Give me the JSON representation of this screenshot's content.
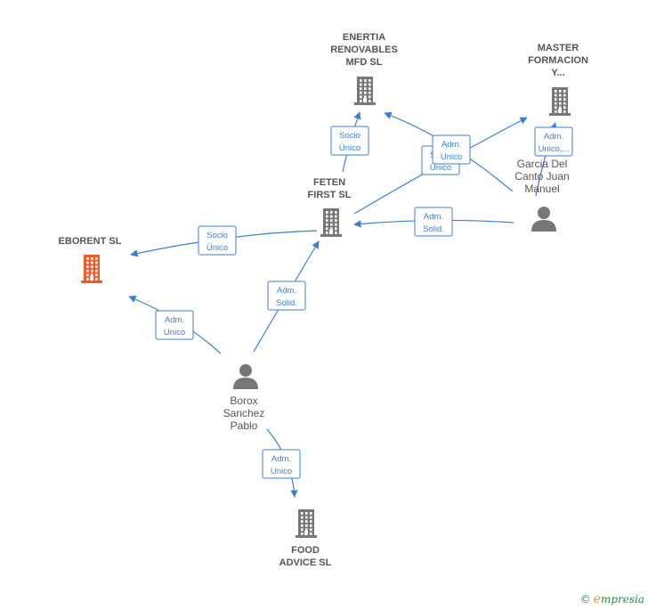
{
  "colors": {
    "edge": "#3a7fd5",
    "building": "#777777",
    "focus": "#ef5a28",
    "person": "#777777"
  },
  "nodes": [
    {
      "id": "eborent",
      "kind": "building",
      "focus": true,
      "label": [
        "EBORENT  SL"
      ]
    },
    {
      "id": "feten",
      "kind": "building",
      "label": [
        "FETEN",
        "FIRST  SL"
      ]
    },
    {
      "id": "enertia",
      "kind": "building",
      "label": [
        "ENERTIA",
        "RENOVABLES",
        "MFD  SL"
      ]
    },
    {
      "id": "master",
      "kind": "building",
      "label": [
        "MASTER",
        "FORMACION",
        "Y..."
      ]
    },
    {
      "id": "garcia",
      "kind": "person",
      "label": [
        "Garcia Del",
        "Canto Juan",
        "Manuel"
      ]
    },
    {
      "id": "borox",
      "kind": "person",
      "label": [
        "Borox",
        "Sanchez",
        "Pablo"
      ]
    },
    {
      "id": "food",
      "kind": "building",
      "label": [
        "FOOD",
        "ADVICE SL"
      ]
    }
  ],
  "edges": [
    {
      "id": "feten-eborent",
      "label": [
        "Socio",
        "Único"
      ]
    },
    {
      "id": "feten-enertia",
      "label": [
        "Socio",
        "Único"
      ]
    },
    {
      "id": "borox-eborent",
      "label": [
        "Adm.",
        "Unico"
      ]
    },
    {
      "id": "borox-feten",
      "label": [
        "Adm.",
        "Solid."
      ]
    },
    {
      "id": "garcia-feten",
      "label": [
        "Adm.",
        "Solid."
      ]
    },
    {
      "id": "feten-master",
      "label": [
        "Socio",
        "Único"
      ]
    },
    {
      "id": "garcia-enertia",
      "label": [
        "Adm.",
        "Unico"
      ]
    },
    {
      "id": "garcia-master",
      "label": [
        "Adm.",
        "Unico,..."
      ]
    },
    {
      "id": "borox-food",
      "label": [
        "Adm.",
        "Unico"
      ]
    }
  ],
  "footer": {
    "copyright": "©",
    "brand_initial": "e",
    "brand_rest": "mpresia"
  }
}
